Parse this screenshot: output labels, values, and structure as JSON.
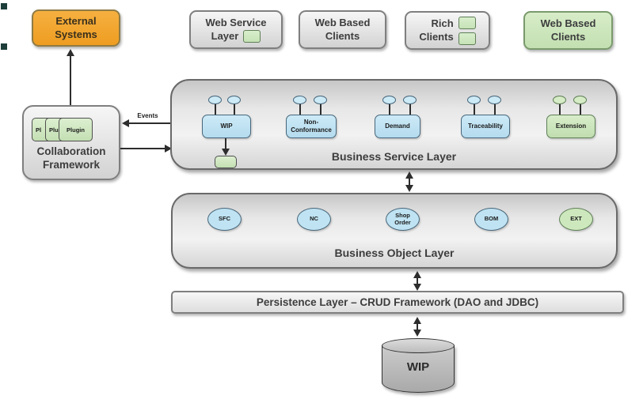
{
  "external_systems": {
    "label": "External",
    "label2": "Systems"
  },
  "clients_row": {
    "web_service_layer": {
      "label": "Web Service",
      "label2": "Layer"
    },
    "web_based_clients": {
      "label": "Web Based",
      "label2": "Clients"
    },
    "rich_clients": {
      "label": "Rich",
      "label2": "Clients"
    },
    "web_based_clients_green": {
      "label": "Web Based",
      "label2": "Clients"
    }
  },
  "collaboration_framework": {
    "label": "Collaboration",
    "label2": "Framework",
    "plugins": [
      "Pl",
      "Plu",
      "Plugin"
    ]
  },
  "events_arrow_label": "Events",
  "business_service_layer": {
    "label": "Business Service Layer",
    "modules": [
      {
        "label": "WIP",
        "color": "blue"
      },
      {
        "label": "Non-",
        "label2": "Conformance",
        "color": "blue"
      },
      {
        "label": "Demand",
        "color": "blue"
      },
      {
        "label": "Traceability",
        "color": "blue"
      },
      {
        "label": "Extension",
        "color": "green"
      }
    ]
  },
  "business_object_layer": {
    "label": "Business Object Layer",
    "objects": [
      {
        "label": "SFC",
        "color": "blue"
      },
      {
        "label": "NC",
        "color": "blue"
      },
      {
        "label": "Shop",
        "label2": "Order",
        "color": "blue"
      },
      {
        "label": "BOM",
        "color": "blue"
      },
      {
        "label": "EXT",
        "color": "green"
      }
    ]
  },
  "persistence_layer": {
    "label": "Persistence Layer – CRUD Framework (DAO and JDBC)"
  },
  "database": {
    "label": "WIP"
  },
  "colors": {
    "orange_fill": "#F2A43A",
    "blue_fill": "#BFE3F2",
    "green_fill": "#CBE6BC",
    "gray_border": "#7F7F7F",
    "line": "#2D2D2D"
  }
}
